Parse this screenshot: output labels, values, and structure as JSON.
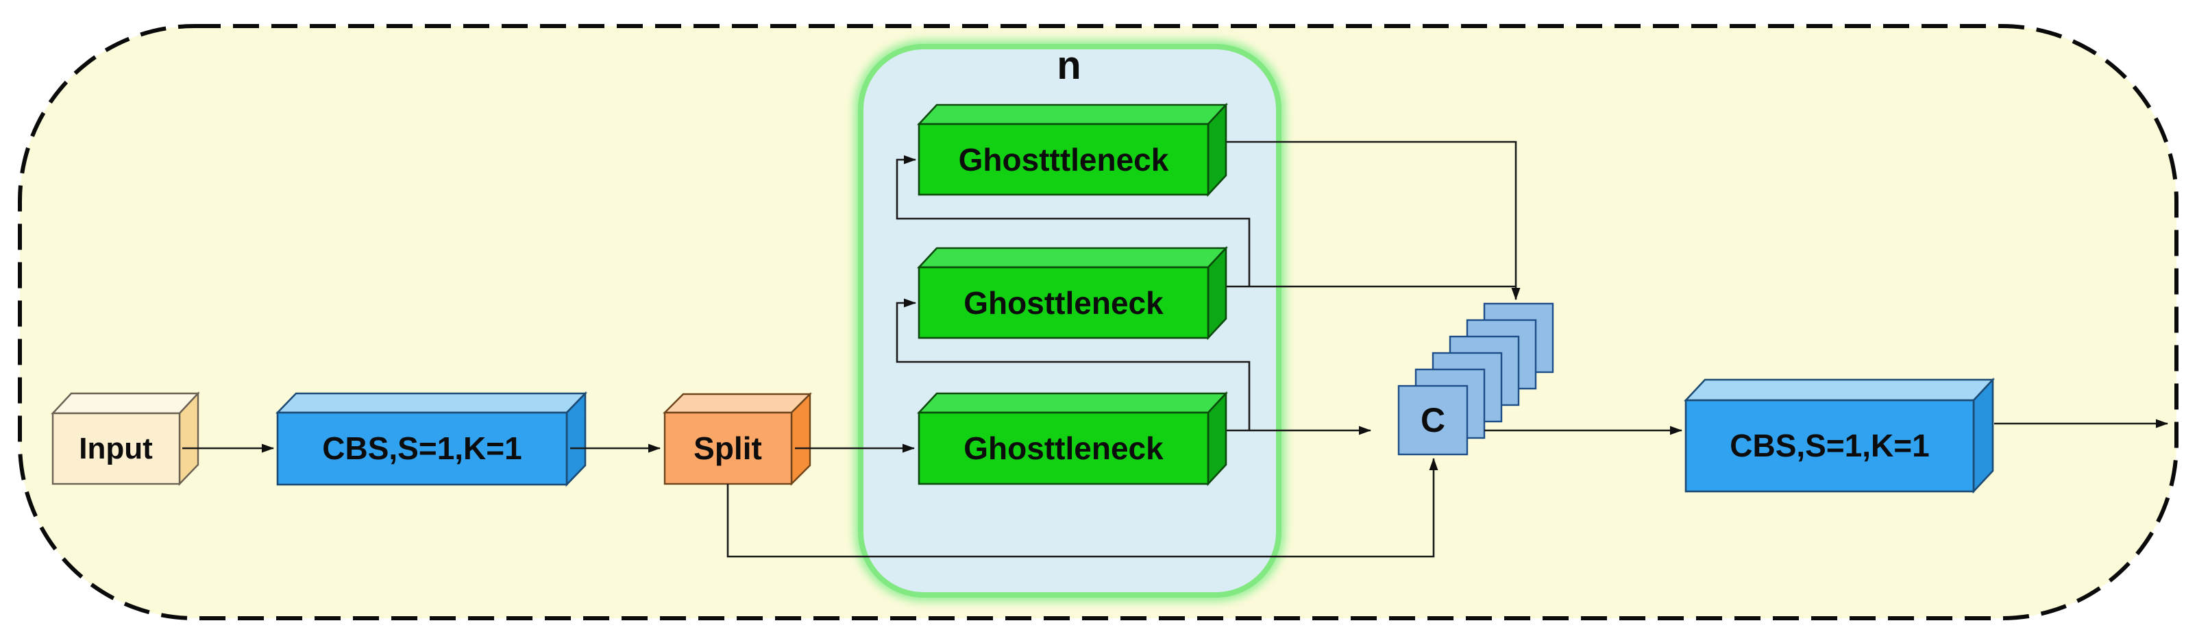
{
  "colors": {
    "canvas_bg": "#FFFFFF",
    "panel_fill": "#FBFAD9",
    "panel_border": "#0A0A0A",
    "edge_line": "#1A1A1A",
    "input_front": "#FBEFD0",
    "input_top": "#FDF7E8",
    "input_side": "#F7D795",
    "cbs_front": "#31A2F0",
    "cbs_top": "#A5D7F7",
    "cbs_side": "#2792DD",
    "split_front": "#FAA667",
    "split_top": "#FCD1A7",
    "split_side": "#F68D37",
    "group_fill": "#DAECF4",
    "group_glow": "#82E882",
    "group_glow_soft": "#9BF09B",
    "ghost_front": "#12D112",
    "ghost_top": "#3BE04B",
    "ghost_side": "#0CA815",
    "concat_fill": "#92BDE6"
  },
  "nodes": {
    "input": {
      "label": "Input"
    },
    "cbs_left": {
      "label": "CBS,S=1,K=1"
    },
    "split": {
      "label": "Split"
    },
    "repeat_group": {
      "label": "n"
    },
    "ghost_top": {
      "label": "Ghostttleneck"
    },
    "ghost_middle": {
      "label": "Ghosttleneck"
    },
    "ghost_bottom": {
      "label": "Ghosttleneck"
    },
    "concat": {
      "label": "C"
    },
    "cbs_right": {
      "label": "CBS,S=1,K=1"
    }
  },
  "edges": [
    {
      "from": "input",
      "to": "cbs_left"
    },
    {
      "from": "cbs_left",
      "to": "split"
    },
    {
      "from": "split",
      "to": "ghost_bottom"
    },
    {
      "from": "ghost_bottom",
      "to": "ghost_middle"
    },
    {
      "from": "ghost_middle",
      "to": "ghost_top"
    },
    {
      "from": "ghost_bottom",
      "to": "concat"
    },
    {
      "from": "ghost_middle",
      "to": "concat"
    },
    {
      "from": "ghost_top",
      "to": "concat"
    },
    {
      "from": "split",
      "to": "concat"
    },
    {
      "from": "concat",
      "to": "cbs_right"
    },
    {
      "from": "cbs_right",
      "to": "module_output"
    }
  ]
}
